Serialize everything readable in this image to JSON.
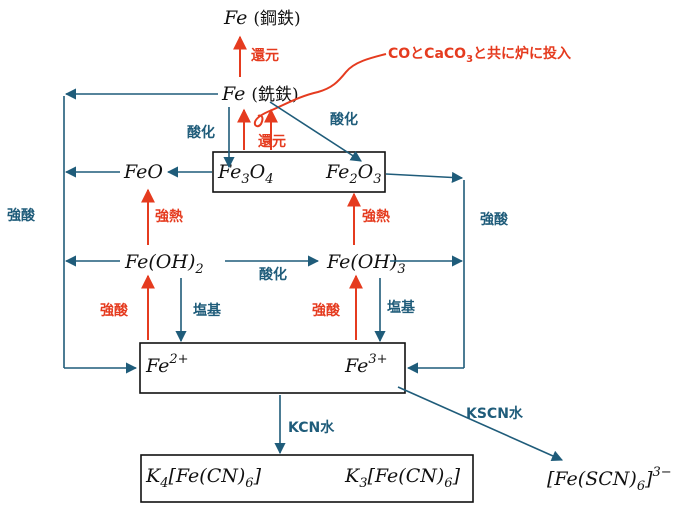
{
  "nodes": {
    "fe_steel": {
      "symbol": "Fe",
      "note": "(鋼鉄)"
    },
    "fe_pig": {
      "symbol": "Fe",
      "note": "(銑鉄)"
    },
    "feo": {
      "symbol": "FeO"
    },
    "fe3o4": {
      "fe": "Fe",
      "fe_sub": "3",
      "o": "O",
      "o_sub": "4"
    },
    "fe2o3": {
      "fe": "Fe",
      "fe_sub": "2",
      "o": "O",
      "o_sub": "3"
    },
    "feoh2": {
      "main": "Fe(OH)",
      "sub": "2"
    },
    "feoh3": {
      "main": "Fe(OH)",
      "sub": "3"
    },
    "fe2plus": {
      "base": "Fe",
      "sup": "2+"
    },
    "fe3plus": {
      "base": "Fe",
      "sup": "3+"
    },
    "k4": {
      "k": "K",
      "k_sub": "4",
      "body": "[Fe(CN)",
      "body_sub": "6",
      "close": "]"
    },
    "k3": {
      "k": "K",
      "k_sub": "3",
      "body": "[Fe(CN)",
      "body_sub": "6",
      "close": "]"
    },
    "scn": {
      "body": "[Fe(SCN)",
      "body_sub": "6",
      "close": "]",
      "sup": "3−"
    }
  },
  "labels": {
    "reduce_top": "還元",
    "reduce_mid": "還元",
    "oxidize_left": "酸化",
    "oxidize_right": "酸化",
    "oxidize_mid": "酸化",
    "strong_acid_left": "強酸",
    "strong_acid_right": "強酸",
    "strong_heat_left": "強熱",
    "strong_heat_right": "強熱",
    "strong_acid_fe2": "強酸",
    "base_fe2": "塩基",
    "strong_acid_fe3": "強酸",
    "base_fe3": "塩基",
    "kcn_water": "KCN水",
    "kscn_water": "KSCN水",
    "furnace_note": {
      "a": "COとCaCO",
      "sub": "3",
      "b": "と共に炉に投入"
    }
  },
  "colors": {
    "blue": "#1f5c7a",
    "red": "#e53b1f",
    "black": "#111111"
  }
}
